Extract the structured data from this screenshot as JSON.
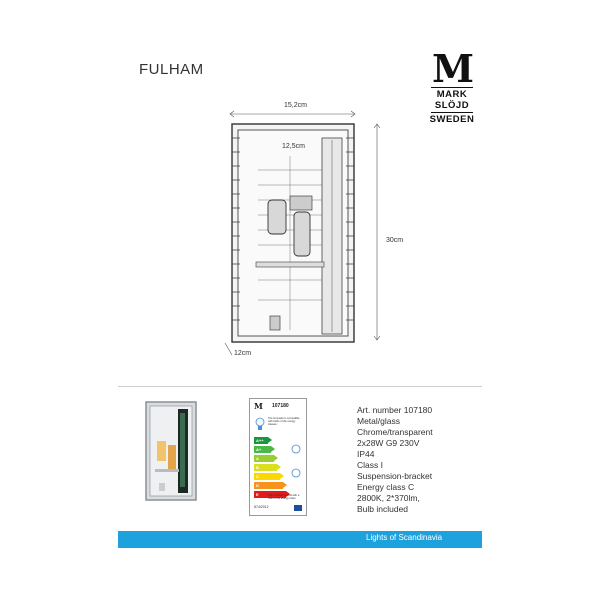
{
  "title": "FULHAM",
  "logo": {
    "mark": "M",
    "line1": "MARK",
    "line2": "SLÖJD",
    "line3": "SWEDEN"
  },
  "dimensions": {
    "width": "15,2cm",
    "inner_width": "12,5cm",
    "height": "30cm",
    "depth": "12cm"
  },
  "energy_label": {
    "article": "107180",
    "text_top": "The luminaire is compatible with bulbs of the energy classes:",
    "classes": [
      "A++",
      "A+",
      "A",
      "B",
      "C",
      "D",
      "E"
    ],
    "text_bottom": "The luminaire is sold with a bulb of the energy class:",
    "regulation": "874/2012",
    "colors": {
      "A++": "#1a9641",
      "A+": "#4cb848",
      "A": "#9acd32",
      "B": "#d9e021",
      "C": "#fcd800",
      "D": "#f7941d",
      "E": "#e31a1c"
    }
  },
  "specs": [
    "Art. number 107180",
    "Metal/glass",
    "Chrome/transparent",
    "2x28W G9 230V",
    "IP44",
    "Class I",
    "Suspension-bracket",
    "Energy class C",
    "2800K, 2*370lm,",
    "Bulb included"
  ],
  "banner": {
    "text": "Lights of Scandinavia",
    "color": "#1ea2dd"
  }
}
